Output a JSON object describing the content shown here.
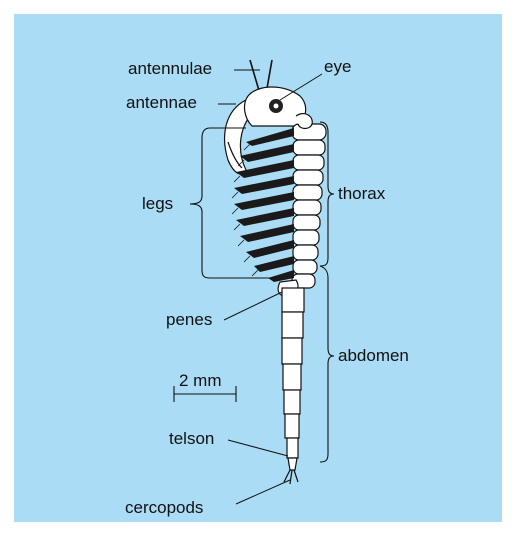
{
  "diagram": {
    "labels": {
      "antennulae": "antennulae",
      "antennae": "antennae",
      "eye": "eye",
      "legs": "legs",
      "thorax": "thorax",
      "penes": "penes",
      "abdomen": "abdomen",
      "scale": "2 mm",
      "telson": "telson",
      "cercopods": "cercopods"
    },
    "colors": {
      "background": "#aadcf5",
      "body": "#ffffff",
      "ink": "#111111"
    }
  }
}
